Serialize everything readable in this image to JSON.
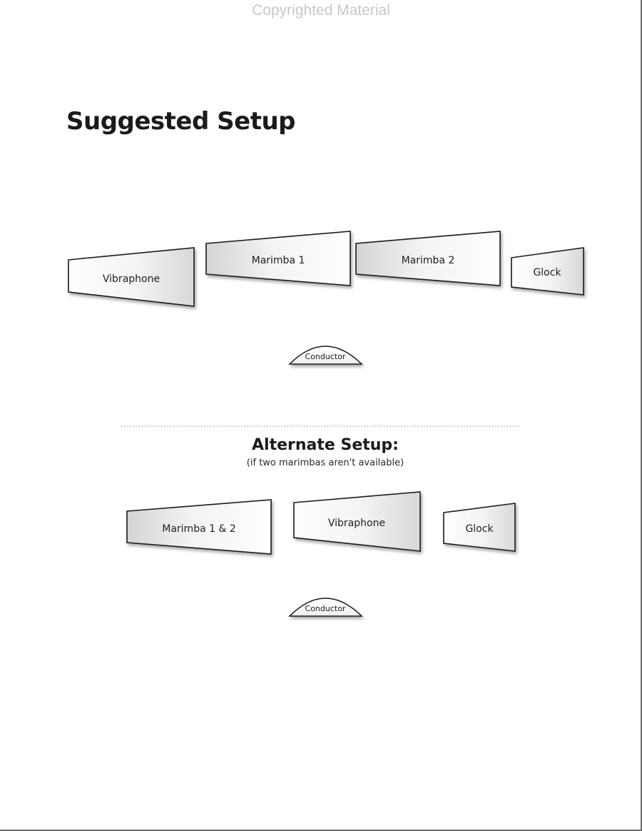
{
  "watermark": "Copyrighted Material",
  "title": "Suggested Setup",
  "suggested": {
    "instruments": [
      "Vibraphone",
      "Marimba 1",
      "Marimba 2",
      "Glock"
    ],
    "conductor": "Conductor"
  },
  "alternate": {
    "title": "Alternate Setup:",
    "note": "(if two marimbas aren't available)",
    "instruments": [
      "Marimba 1 & 2",
      "Vibraphone",
      "Glock"
    ],
    "conductor": "Conductor"
  }
}
